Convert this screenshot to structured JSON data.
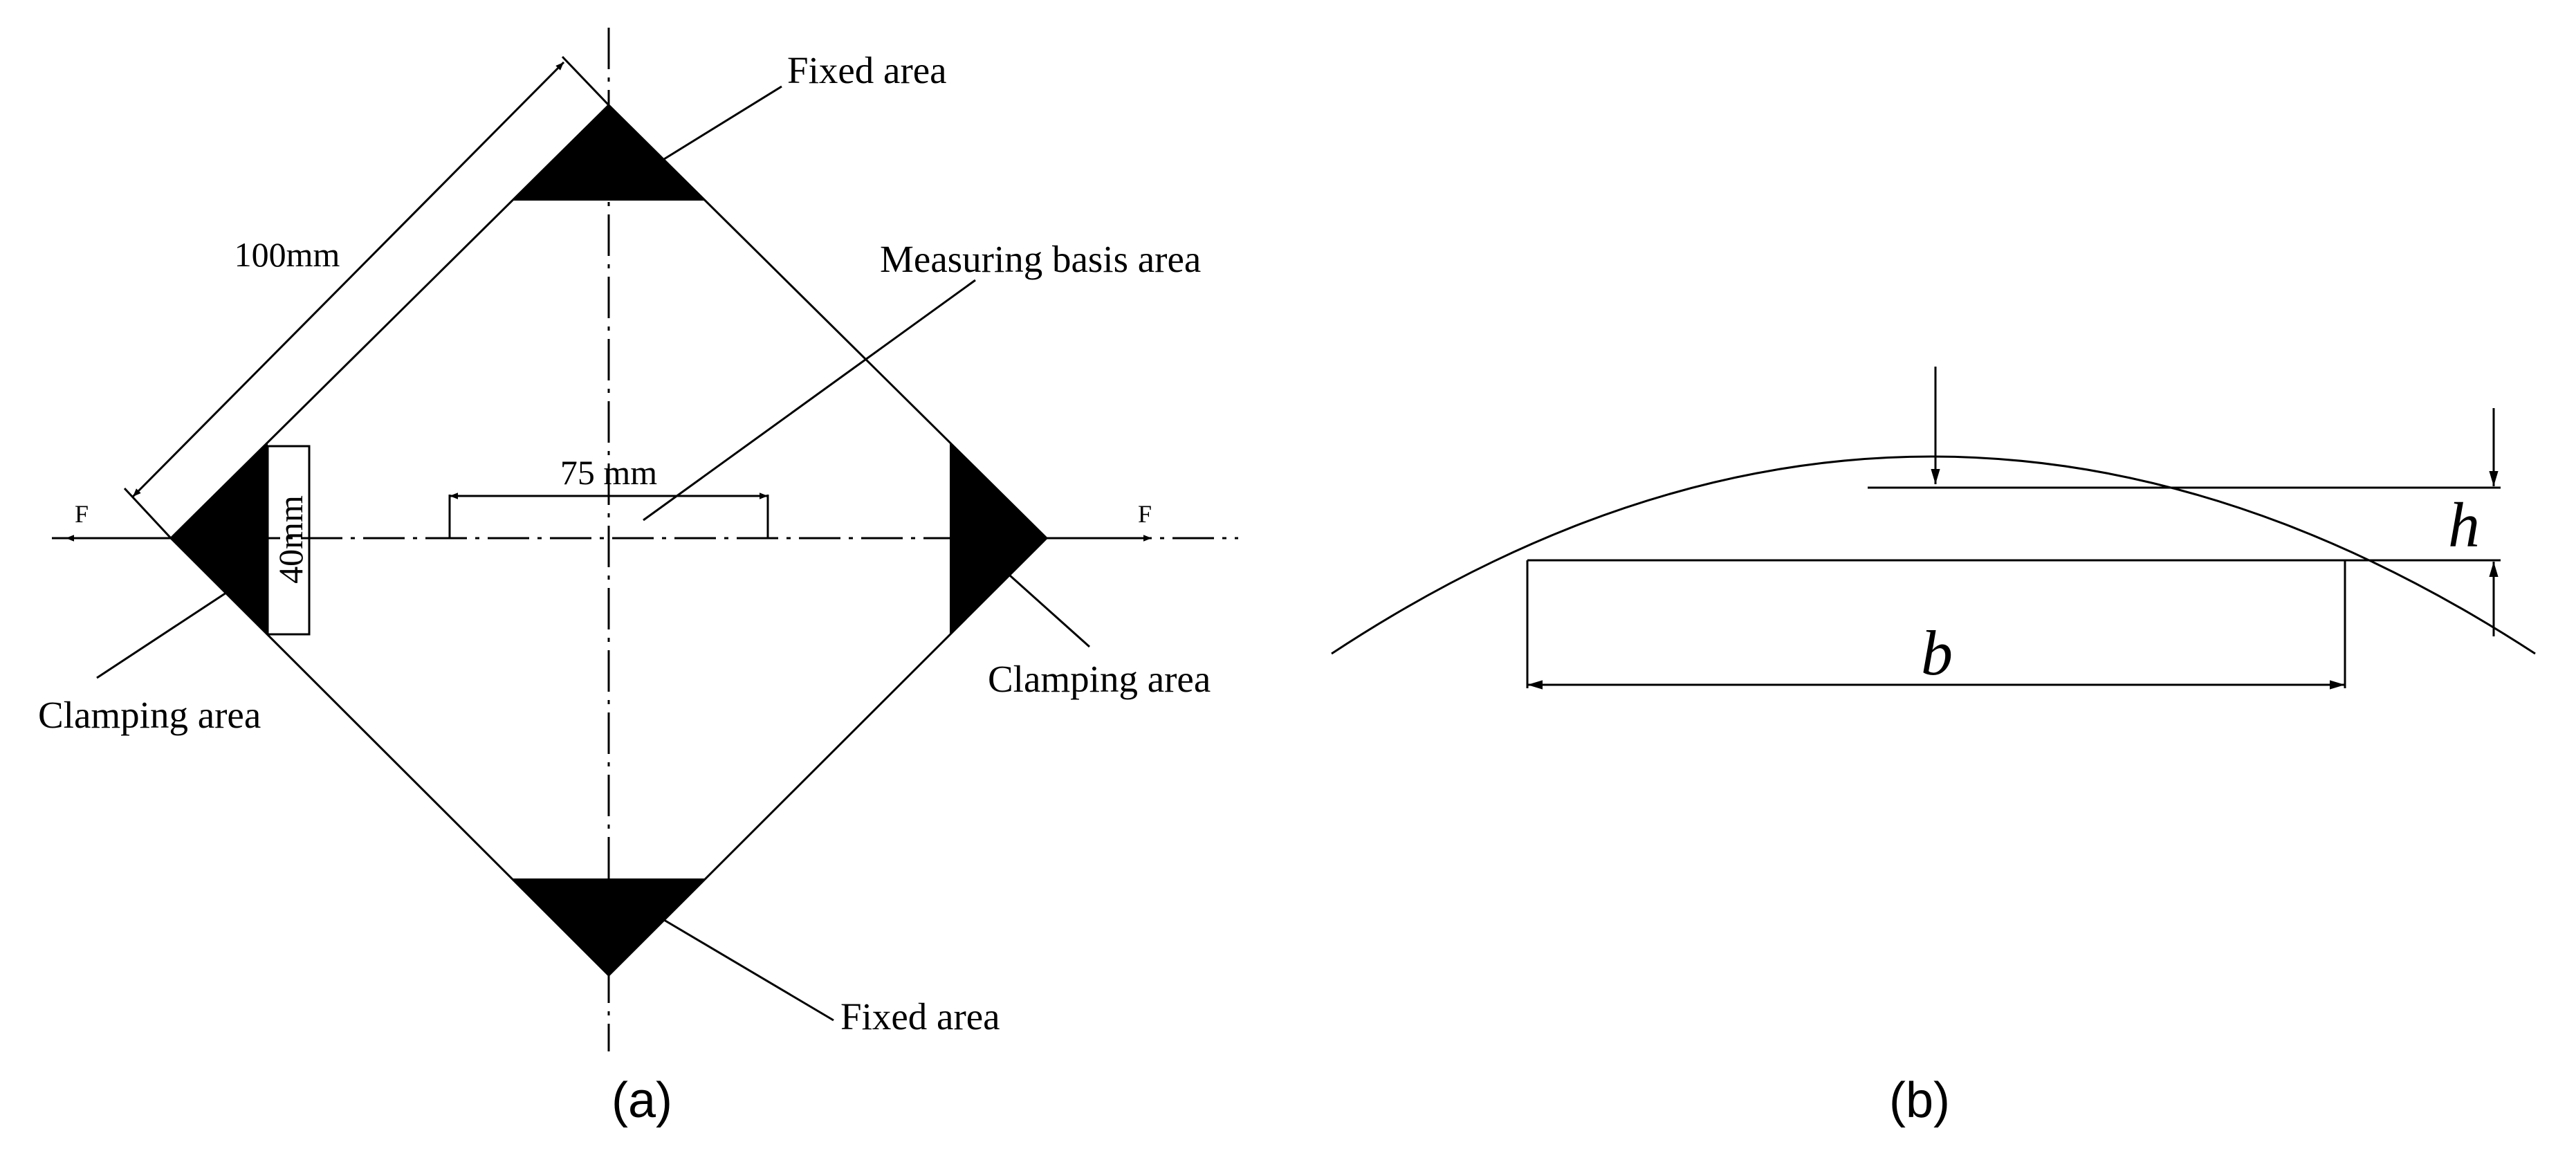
{
  "figure_a": {
    "labels": {
      "fixed_top": "Fixed area",
      "fixed_bottom": "Fixed area",
      "measuring": "Measuring basis area",
      "clamp_left": "Clamping area",
      "clamp_right": "Clamping area"
    },
    "dimensions": {
      "side": "100mm",
      "gauge": "75 mm",
      "clamp_width": "40mm"
    },
    "forces": {
      "left": "F",
      "right": "F"
    },
    "caption": "(a)"
  },
  "figure_b": {
    "height_symbol": "h",
    "chord_symbol": "b",
    "caption": "(b)"
  }
}
